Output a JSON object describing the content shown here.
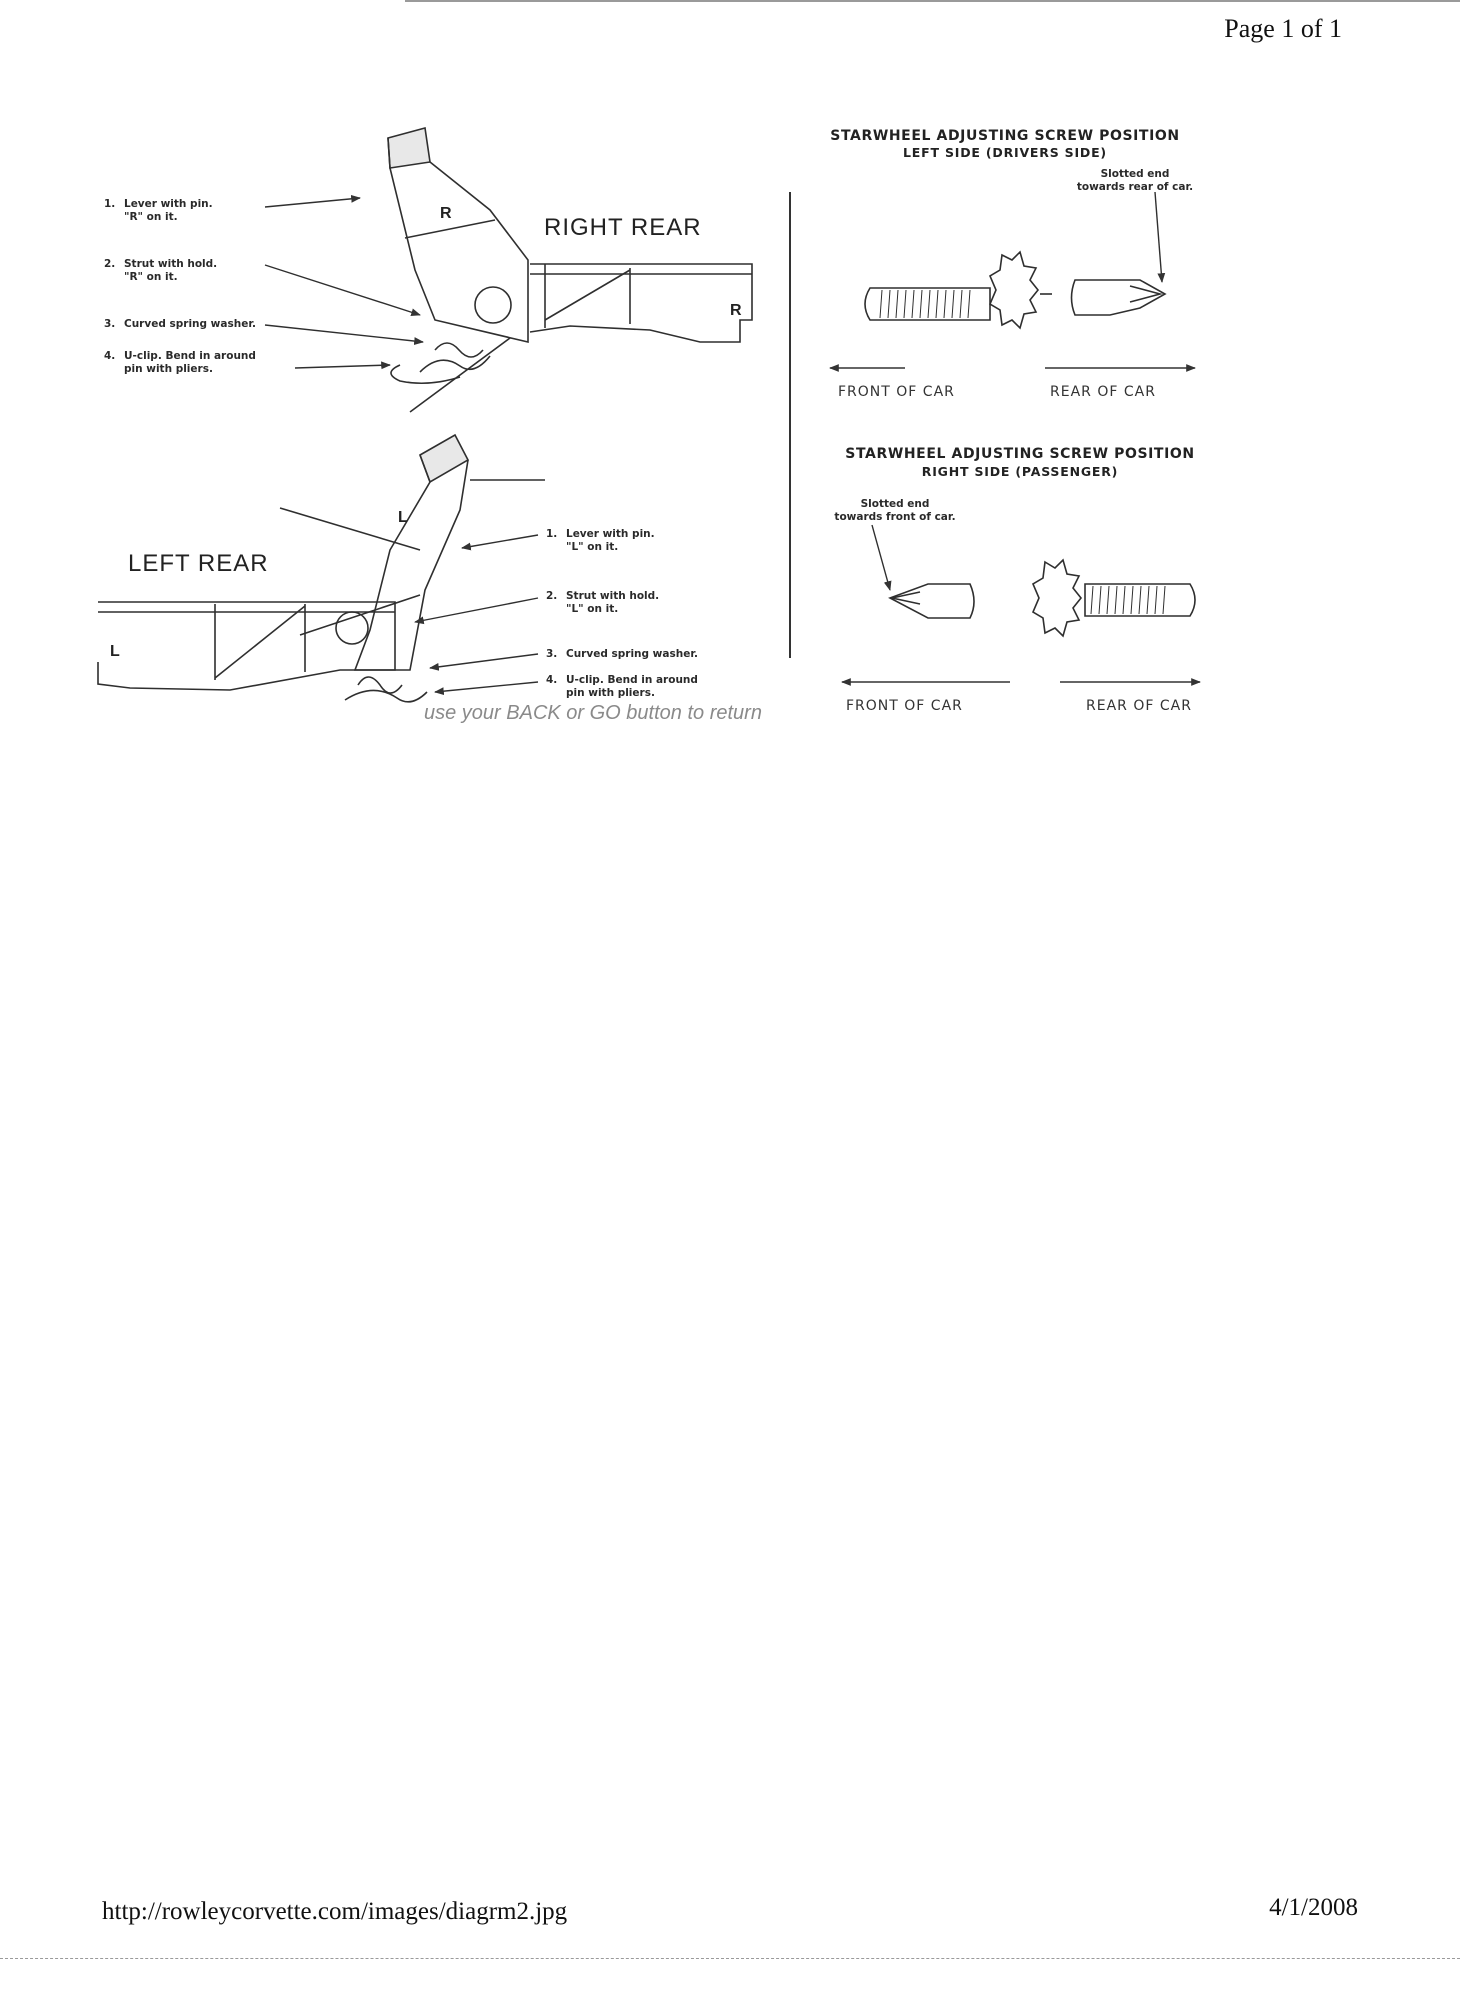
{
  "page": {
    "page_number": "Page 1 of 1",
    "url": "http://rowleycorvette.com/images/diagrm2.jpg",
    "date": "4/1/2008"
  },
  "diagram": {
    "right_rear": {
      "title": "RIGHT REAR",
      "part_letter": "R",
      "legend": [
        {
          "num": "1.",
          "line1": "Lever with pin.",
          "line2": "\"R\" on it."
        },
        {
          "num": "2.",
          "line1": "Strut with hold.",
          "line2": "\"R\" on it."
        },
        {
          "num": "3.",
          "line1": "Curved spring washer.",
          "line2": ""
        },
        {
          "num": "4.",
          "line1": "U-clip.  Bend in around",
          "line2": "pin with pliers."
        }
      ]
    },
    "left_rear": {
      "title": "LEFT REAR",
      "part_letter": "L",
      "legend": [
        {
          "num": "1.",
          "line1": "Lever with pin.",
          "line2": "\"L\" on it."
        },
        {
          "num": "2.",
          "line1": "Strut with hold.",
          "line2": "\"L\" on it."
        },
        {
          "num": "3.",
          "line1": "Curved spring washer.",
          "line2": ""
        },
        {
          "num": "4.",
          "line1": "U-clip.  Bend in around",
          "line2": "pin with pliers."
        }
      ]
    },
    "starwheel_left": {
      "title": "STARWHEEL ADJUSTING SCREW POSITION",
      "subtitle": "LEFT SIDE (DRIVERS SIDE)",
      "note_line1": "Slotted end",
      "note_line2": "towards rear of car.",
      "front_label": "FRONT OF CAR",
      "rear_label": "REAR OF CAR"
    },
    "starwheel_right": {
      "title": "STARWHEEL ADJUSTING SCREW POSITION",
      "subtitle": "RIGHT SIDE (PASSENGER)",
      "note_line1": "Slotted end",
      "note_line2": "towards front of car.",
      "front_label": "FRONT OF CAR",
      "rear_label": "REAR OF CAR"
    },
    "return_note": "use your BACK or GO button to return"
  }
}
